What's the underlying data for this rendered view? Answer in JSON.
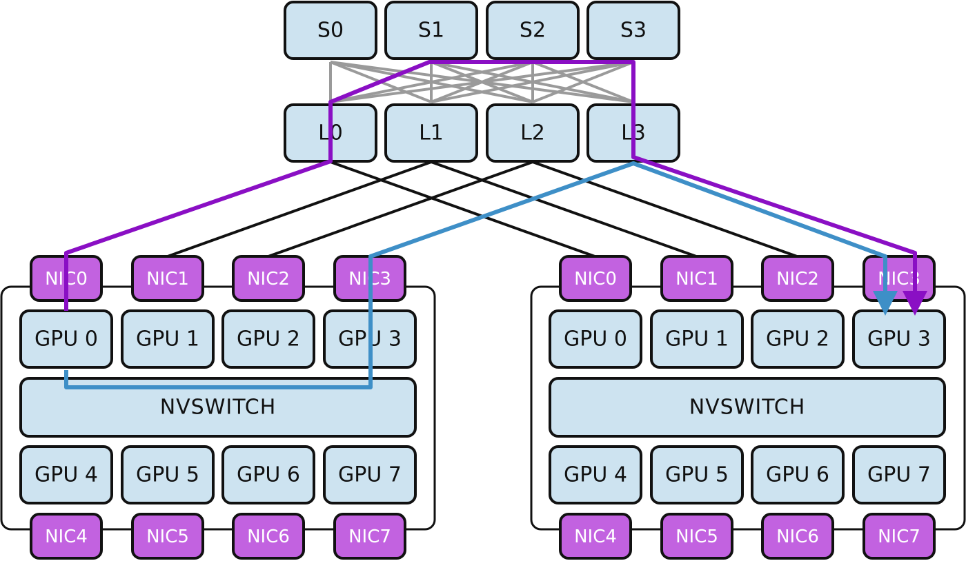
{
  "spines": [
    "S0",
    "S1",
    "S2",
    "S3"
  ],
  "leaves": [
    "L0",
    "L1",
    "L2",
    "L3"
  ],
  "servers": [
    {
      "top_nics": [
        "NIC0",
        "NIC1",
        "NIC2",
        "NIC3"
      ],
      "top_gpus": [
        "GPU 0",
        "GPU 1",
        "GPU 2",
        "GPU 3"
      ],
      "switch": "NVSWITCH",
      "bottom_gpus": [
        "GPU 4",
        "GPU 5",
        "GPU 6",
        "GPU 7"
      ],
      "bottom_nics": [
        "NIC4",
        "NIC5",
        "NIC6",
        "NIC7"
      ]
    },
    {
      "top_nics": [
        "NIC0",
        "NIC1",
        "NIC2",
        "NIC3"
      ],
      "top_gpus": [
        "GPU 0",
        "GPU 1",
        "GPU 2",
        "GPU 3"
      ],
      "switch": "NVSWITCH",
      "bottom_gpus": [
        "GPU 4",
        "GPU 5",
        "GPU 6",
        "GPU 7"
      ],
      "bottom_nics": [
        "NIC4",
        "NIC5",
        "NIC6",
        "NIC7"
      ]
    }
  ],
  "colors": {
    "box_fill": "#cde3f0",
    "nic_fill": "#c262e0",
    "spine_leaf_links": "#9a9a9a",
    "leaf_nic_links": "#111111",
    "path_purple": "#8a0fc4",
    "path_blue": "#3e8fc7"
  }
}
